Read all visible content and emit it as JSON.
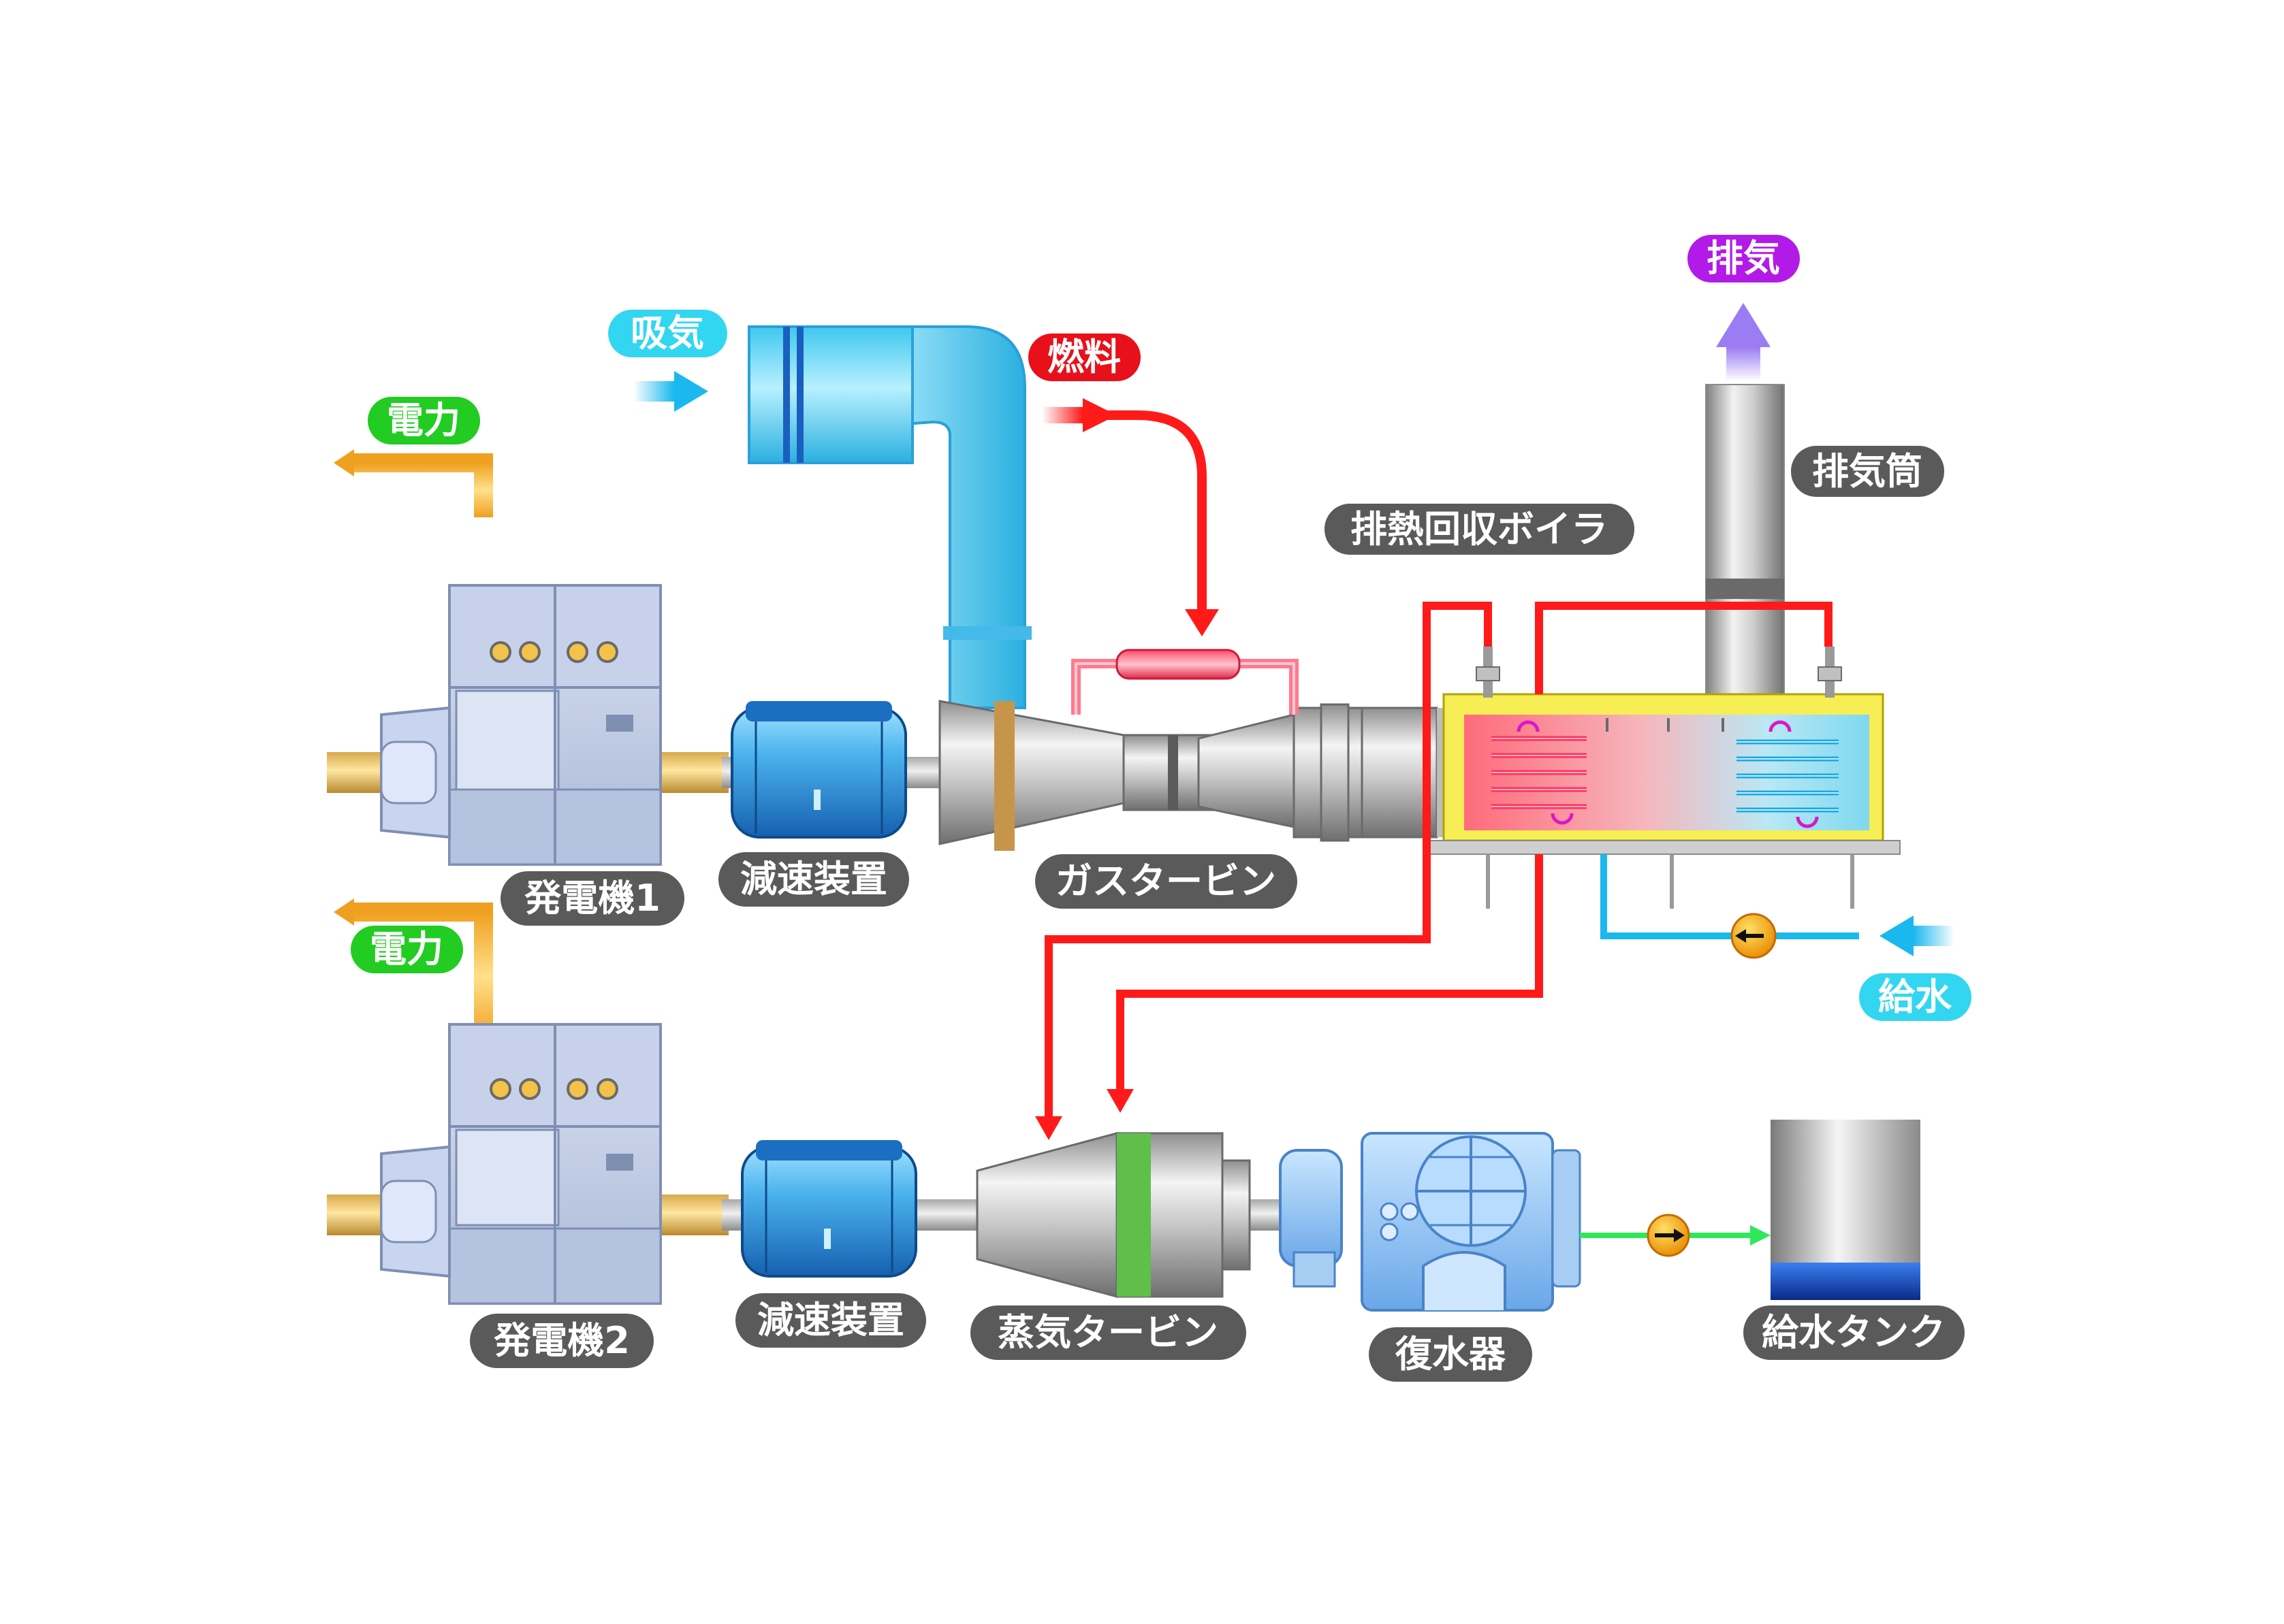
{
  "labels": {
    "power_1": "電力",
    "power_2": "電力",
    "intake": "吸気",
    "fuel": "燃料",
    "exhaust": "排気",
    "stack": "排気筒",
    "hrsg": "排熱回収ボイラ",
    "generator_1": "発電機1",
    "generator_2": "発電機2",
    "gearbox_1": "減速装置",
    "gearbox_2": "減速装置",
    "gas_turbine": "ガスタービン",
    "steam_turbine": "蒸気タービン",
    "condenser": "復水器",
    "feedwater": "給水",
    "feedwater_tank": "給水タンク"
  },
  "colors": {
    "label_gray": "#5a5a5a",
    "label_green": "#22cc22",
    "label_cyan": "#33d6f0",
    "label_red": "#e8101a",
    "label_purple": "#b21ae8",
    "steam_line": "#ff1a1a",
    "power_line": "#f5a623",
    "water_line": "#1ab8ee",
    "condensate_line": "#2ee85a",
    "exhaust_arrow": "#b79cf5"
  }
}
